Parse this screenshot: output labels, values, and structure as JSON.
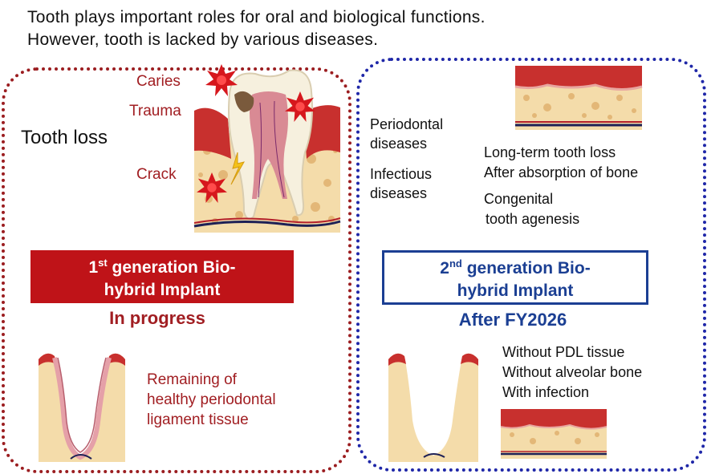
{
  "intro": {
    "line1": "Tooth plays important roles for oral and biological functions.",
    "line2": "However, tooth is lacked by various diseases."
  },
  "left": {
    "causes": [
      "Caries",
      "Trauma",
      "Crack"
    ],
    "tooth_loss": "Tooth loss",
    "gen_box": {
      "line1_prefix": "1",
      "line1_sup": "st",
      "line1_rest": " generation Bio-",
      "line2": "hybrid Implant"
    },
    "status": "In progress",
    "remaining": [
      "Remaining of",
      "healthy periodontal",
      "ligament tissue"
    ]
  },
  "right": {
    "diseases_1": [
      "Periodontal",
      "diseases"
    ],
    "diseases_2": [
      "Infectious",
      "diseases"
    ],
    "conditions": [
      "Long-term tooth loss",
      "After absorption of bone"
    ],
    "congenital": [
      "Congenital",
      "tooth agenesis"
    ],
    "gen_box": {
      "line1_prefix": "2",
      "line1_sup": "nd",
      "line1_rest": " generation Bio-",
      "line2": "hybrid Implant"
    },
    "status": "After FY2026",
    "lacking": [
      "Without PDL tissue",
      "Without alveolar bone",
      "With infection"
    ]
  },
  "colors": {
    "left_border": "#9b1d20",
    "right_border": "#1f27a8",
    "gen1_fill": "#bf1318",
    "gen2_border": "#1b3f93",
    "accent_red": "#a11e22",
    "accent_blue": "#1b3f93",
    "bone": "#f4dcaa",
    "gum": "#c8302e"
  }
}
